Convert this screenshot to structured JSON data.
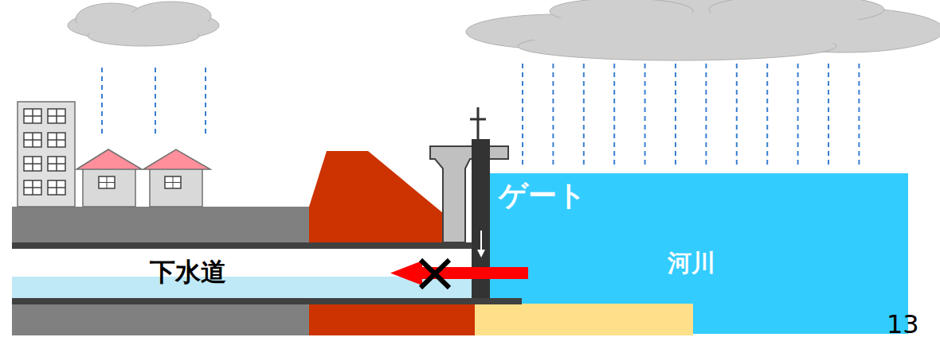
{
  "diagram": {
    "labels": [
      "ゲート",
      "河川",
      "下水道",
      "13"
    ]
  }
}
